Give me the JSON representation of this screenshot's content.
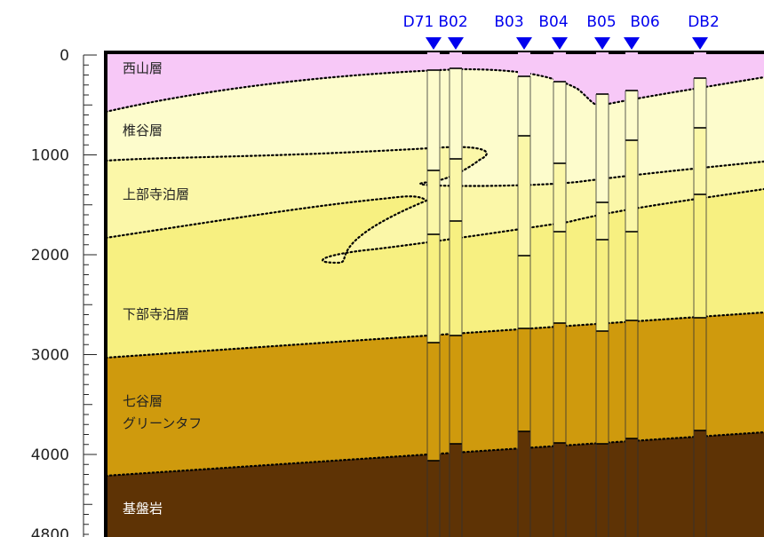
{
  "depth_axis": {
    "ticks": [
      "0",
      "1000",
      "2000",
      "3000",
      "4000",
      "4800"
    ],
    "min": 0,
    "max": 4800
  },
  "wells": [
    {
      "name": "D71",
      "marker_color": "#0000ee"
    },
    {
      "name": "B02",
      "marker_color": "#0000ee"
    },
    {
      "name": "B03",
      "marker_color": "#0000ee"
    },
    {
      "name": "B04",
      "marker_color": "#0000ee"
    },
    {
      "name": "B05",
      "marker_color": "#0000ee"
    },
    {
      "name": "B06",
      "marker_color": "#0000ee"
    },
    {
      "name": "DB2",
      "marker_color": "#0000ee"
    }
  ],
  "formations": [
    {
      "name": "西山層",
      "color": "#f7c8f7"
    },
    {
      "name": "椎谷層",
      "color": "#fdfccc"
    },
    {
      "name": "上部寺泊層",
      "color": "#fbf7a8"
    },
    {
      "name": "下部寺泊層",
      "color": "#f7f081"
    },
    {
      "name": "七谷層",
      "sub": "グリーンタフ",
      "color": "#cf9a0d"
    },
    {
      "name": "基盤岩",
      "color": "#5e3305"
    }
  ]
}
